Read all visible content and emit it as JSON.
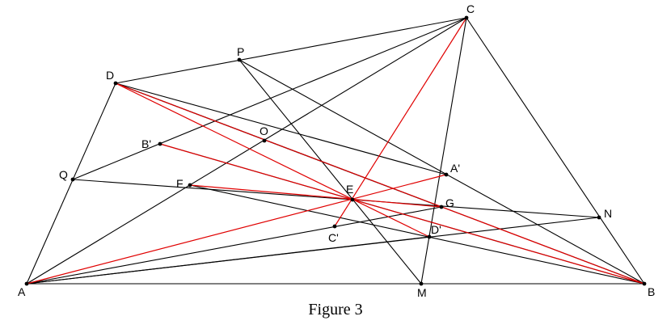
{
  "figure": {
    "caption": "Figure 3",
    "colors": {
      "black_lines": "#000000",
      "red_lines": "#e00000",
      "background": "#ffffff"
    },
    "points": [
      {
        "id": "A",
        "label": "A"
      },
      {
        "id": "B",
        "label": "B"
      },
      {
        "id": "C",
        "label": "C"
      },
      {
        "id": "D",
        "label": "D"
      },
      {
        "id": "P",
        "label": "P"
      },
      {
        "id": "Q",
        "label": "Q"
      },
      {
        "id": "O",
        "label": "O"
      },
      {
        "id": "B1",
        "label": "B'"
      },
      {
        "id": "F",
        "label": "F"
      },
      {
        "id": "E",
        "label": "E"
      },
      {
        "id": "A1",
        "label": "A'"
      },
      {
        "id": "G",
        "label": "G"
      },
      {
        "id": "N",
        "label": "N"
      },
      {
        "id": "C1",
        "label": "C'"
      },
      {
        "id": "D1",
        "label": "D'"
      },
      {
        "id": "M",
        "label": "M"
      }
    ],
    "segments_black": [
      [
        "A",
        "B"
      ],
      [
        "B",
        "C"
      ],
      [
        "C",
        "D"
      ],
      [
        "D",
        "A"
      ],
      [
        "A",
        "C"
      ],
      [
        "D",
        "B"
      ],
      [
        "P",
        "M"
      ],
      [
        "Q",
        "N"
      ],
      [
        "P",
        "B"
      ],
      [
        "Q",
        "C"
      ],
      [
        "B1",
        "B"
      ],
      [
        "D",
        "A1"
      ],
      [
        "A",
        "D1"
      ],
      [
        "D",
        "G"
      ],
      [
        "A",
        "G"
      ],
      [
        "F",
        "B"
      ],
      [
        "A",
        "N"
      ],
      [
        "C",
        "M"
      ]
    ],
    "segments_red": [
      [
        "C",
        "C1"
      ],
      [
        "A",
        "A1"
      ],
      [
        "D",
        "B"
      ],
      [
        "B1",
        "B"
      ],
      [
        "D",
        "D1"
      ],
      [
        "F",
        "G"
      ]
    ]
  }
}
